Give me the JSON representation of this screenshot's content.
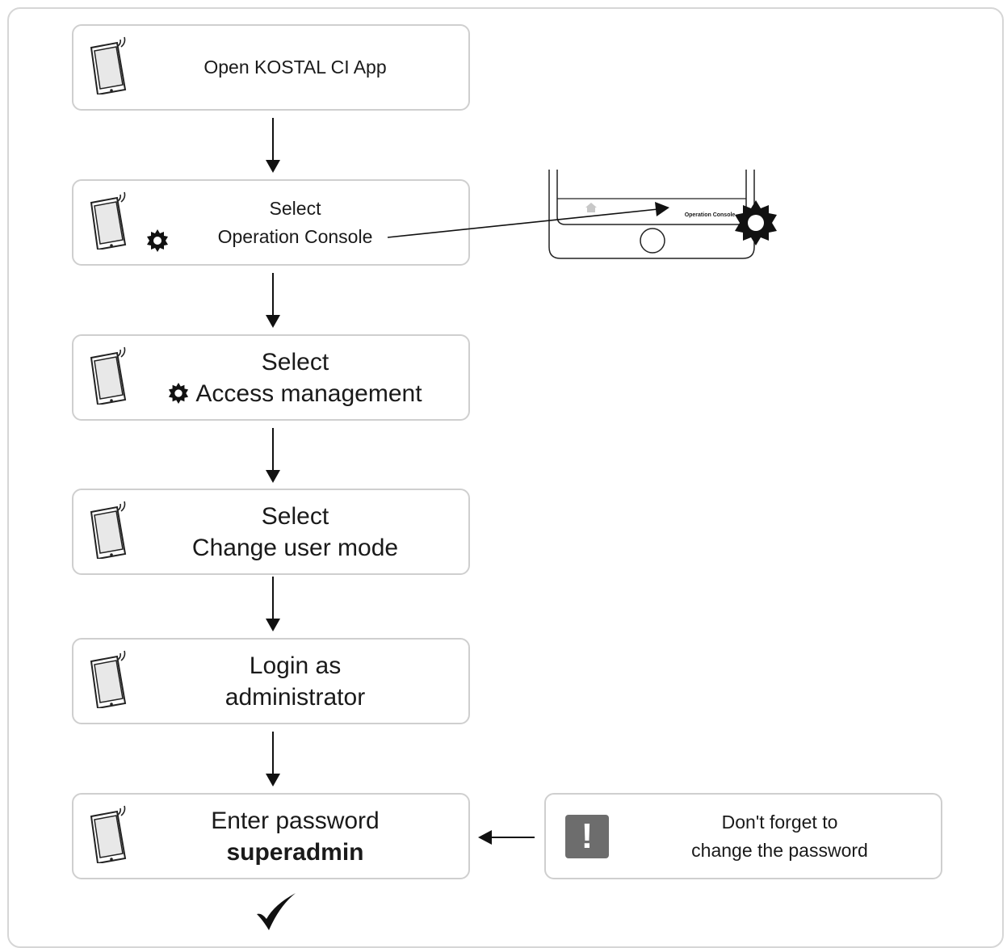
{
  "steps": [
    {
      "line1": "Open KOSTAL CI App"
    },
    {
      "line1": "Select",
      "line2": "Operation Console"
    },
    {
      "line1": "Select",
      "line2": "Access management"
    },
    {
      "line1": "Select",
      "line2": "Change user mode"
    },
    {
      "line1": "Login as",
      "line2": "administrator"
    },
    {
      "line1": "Enter password",
      "line2": "superadmin"
    }
  ],
  "phone_preview": {
    "tab_label": "Operation Console"
  },
  "note": {
    "line1": "Don't forget to",
    "line2": "change the password"
  },
  "icons": {
    "tablet": "tablet-wireless-icon",
    "gear": "gear-icon",
    "home": "home-icon",
    "warning": "exclamation-icon",
    "done": "checkmark-icon"
  },
  "colors": {
    "border": "#cfcfcf",
    "warning_bg": "#6d6d6d"
  }
}
